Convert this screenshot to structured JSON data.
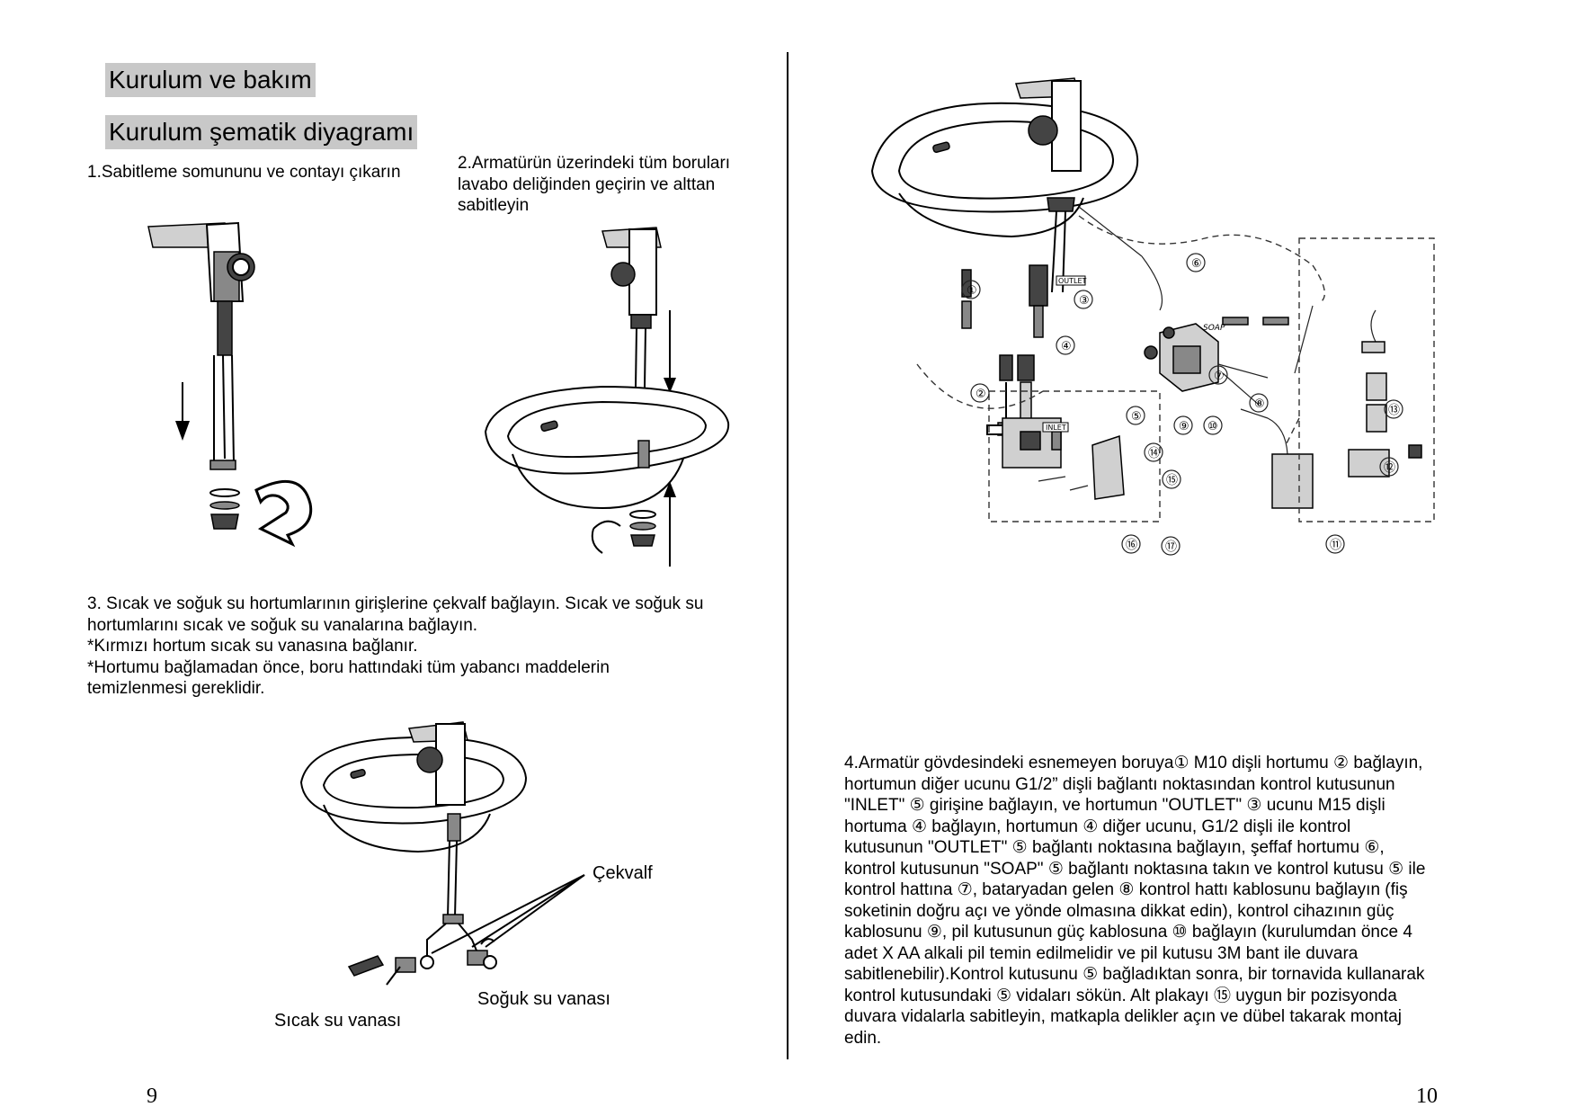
{
  "left_page": {
    "heading1": "Kurulum ve bakım",
    "heading2": "Kurulum şematik diyagramı",
    "step1": "1.Sabitleme somununu ve contayı çıkarın",
    "step2_lines": [
      "2.Armatürün üzerindeki tüm boruları",
      "lavabo deliğinden geçirin ve alttan",
      "sabitleyin"
    ],
    "step3_lines": [
      "3. Sıcak ve soğuk su hortumlarının girişlerine çekvalf bağlayın. Sıcak ve soğuk su",
      "hortumlarını sıcak ve soğuk su vanalarına bağlayın.",
      "*Kırmızı hortum sıcak su vanasına bağlanır.",
      "*Hortumu bağlamadan önce, boru hattındaki tüm yabancı maddelerin",
      "temizlenmesi gereklidir."
    ],
    "labels": {
      "check_valve": "Çekvalf",
      "cold_valve": "Soğuk su vanası",
      "hot_valve": "Sıcak su vanası"
    },
    "page_number": "9"
  },
  "right_page": {
    "diagram_callouts": [
      "①",
      "②",
      "③",
      "④",
      "⑤",
      "⑥",
      "⑦",
      "⑧",
      "⑨",
      "⑩",
      "⑪",
      "⑫",
      "⑬",
      "⑭",
      "⑮",
      "⑯",
      "⑰"
    ],
    "diagram_tags": {
      "outlet": "OUTLET",
      "inlet": "INLET",
      "soap": "SOAP"
    },
    "step4_lines": [
      "4.Armatür gövdesindeki esnemeyen boruya① M10 dişli hortumu ② bağlayın,",
      "hortumun diğer ucunu G1/2” dişli bağlantı noktasından kontrol kutusunun",
      "\"INLET\" ⑤ girişine bağlayın, ve hortumun \"OUTLET\" ③ ucunu M15 dişli",
      "hortuma ④ bağlayın, hortumun ④ diğer ucunu, G1/2 dişli ile kontrol",
      "kutusunun \"OUTLET\" ⑤ bağlantı noktasına bağlayın, şeffaf hortumu ⑥,",
      "kontrol kutusunun \"SOAP\" ⑤ bağlantı noktasına takın ve kontrol kutusu ⑤ ile",
      "kontrol hattına ⑦, bataryadan gelen ⑧ kontrol hattı kablosunu bağlayın  (fiş",
      "soketinin doğru açı ve yönde olmasına dikkat edin), kontrol cihazının güç",
      "kablosunu ⑨, pil kutusunun güç kablosuna ⑩ bağlayın (kurulumdan önce 4",
      "adet X AA alkali pil temin edilmelidir ve pil kutusu 3M bant ile duvara",
      "sabitlenebilir).Kontrol kutusunu ⑤ bağladıktan sonra, bir tornavida kullanarak",
      "kontrol kutusundaki ⑤ vidaları sökün. Alt plakayı ⑮ uygun bir pozisyonda",
      "duvara vidalarla sabitleyin, matkapla delikler açın ve dübel takarak montaj",
      "edin."
    ],
    "page_number": "10"
  }
}
